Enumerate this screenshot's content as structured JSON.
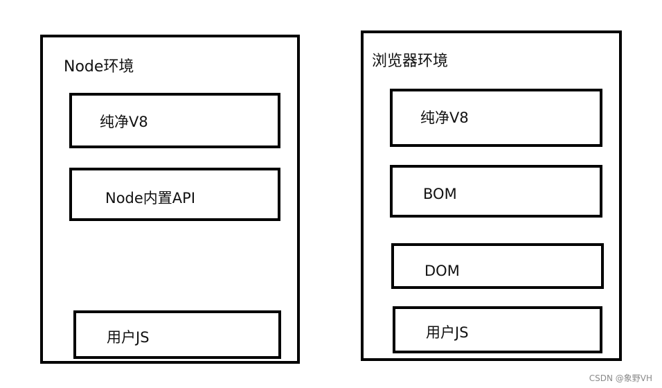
{
  "node_panel": {
    "title": "Node环境",
    "boxes": [
      {
        "label": "纯净V8"
      },
      {
        "label": "Node内置API"
      },
      {
        "label": "用户JS"
      }
    ]
  },
  "browser_panel": {
    "title": "浏览器环境",
    "boxes": [
      {
        "label": "纯净V8"
      },
      {
        "label": "BOM"
      },
      {
        "label": "DOM"
      },
      {
        "label": "用户JS"
      }
    ]
  },
  "watermark": "CSDN @象野VH"
}
